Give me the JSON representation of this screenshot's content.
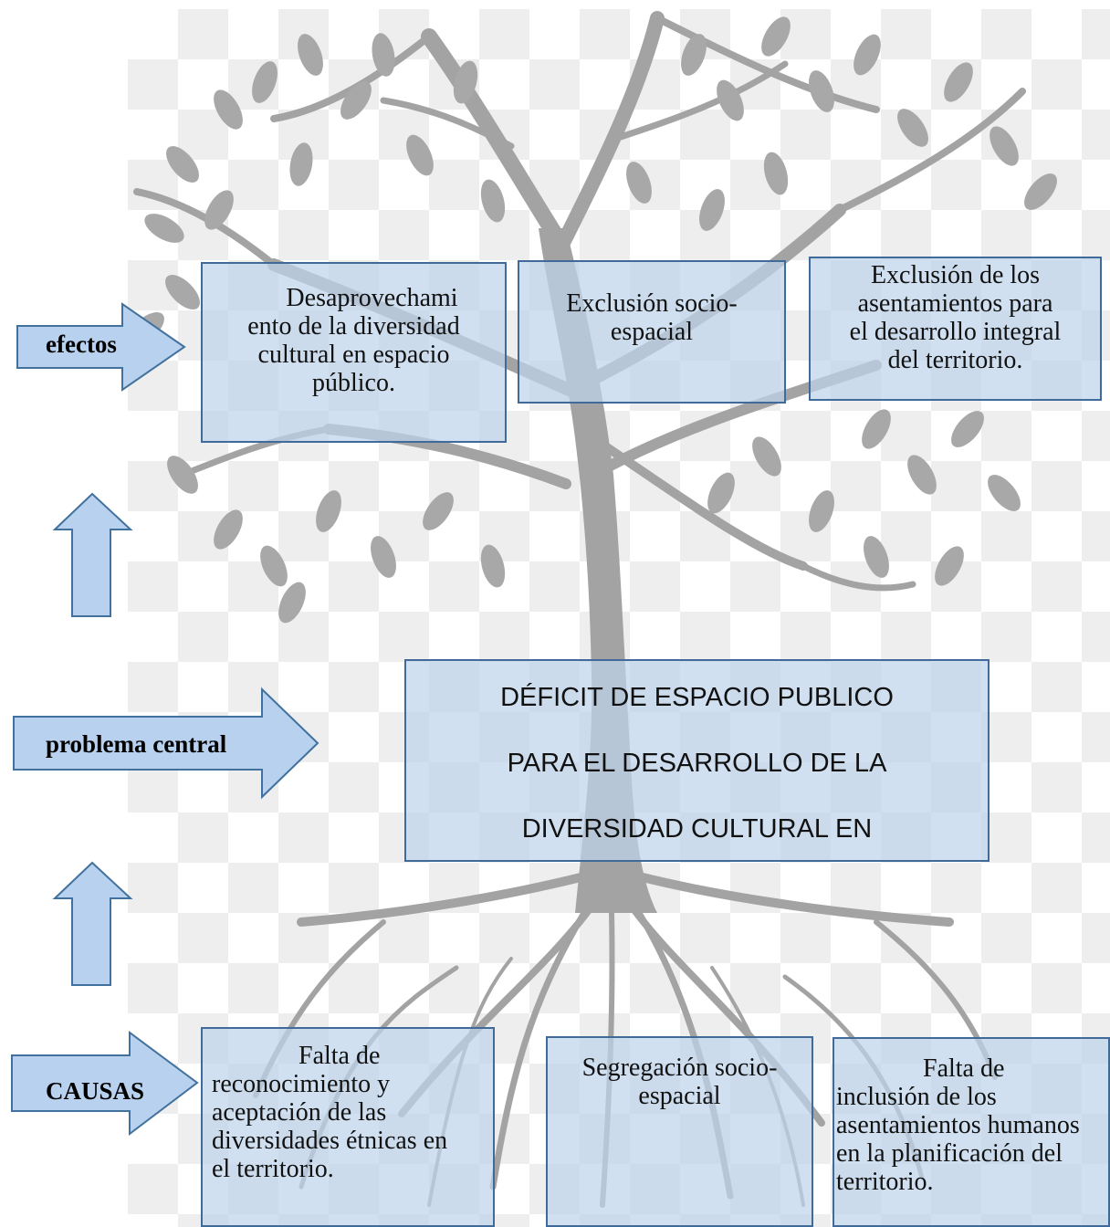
{
  "labels": {
    "efectos": "efectos",
    "problema": "problema central",
    "causas": "CAUSAS"
  },
  "effects": [
    {
      "lines": [
        "Desaprovechami",
        "ento de la diversidad",
        "cultural en espacio",
        "público."
      ]
    },
    {
      "lines": [
        "Exclusión socio-",
        "espacial"
      ]
    },
    {
      "lines": [
        "Exclusión de los",
        "asentamientos para",
        "el desarrollo integral",
        "del territorio."
      ]
    }
  ],
  "central_problem": {
    "lines": [
      "DÉFICIT DE ESPACIO PUBLICO",
      "PARA EL DESARROLLO DE LA",
      "DIVERSIDAD CULTURAL EN"
    ]
  },
  "causes": [
    {
      "lines": [
        "Falta de",
        "reconocimiento y",
        "aceptación de las",
        "diversidades étnicas en",
        "el territorio."
      ]
    },
    {
      "lines": [
        "Segregación socio-",
        "espacial"
      ]
    },
    {
      "lines": [
        "Falta de",
        "inclusión de los",
        "asentamientos humanos",
        "en la planificación del",
        "territorio."
      ]
    }
  ],
  "colors": {
    "box_fill": "#bed4ec",
    "box_border": "#3f6a9a",
    "arrow_fill": "#b7d1ef",
    "arrow_border": "#41719c",
    "tree": "#9e9e9e"
  },
  "illustration": "tree-with-roots"
}
